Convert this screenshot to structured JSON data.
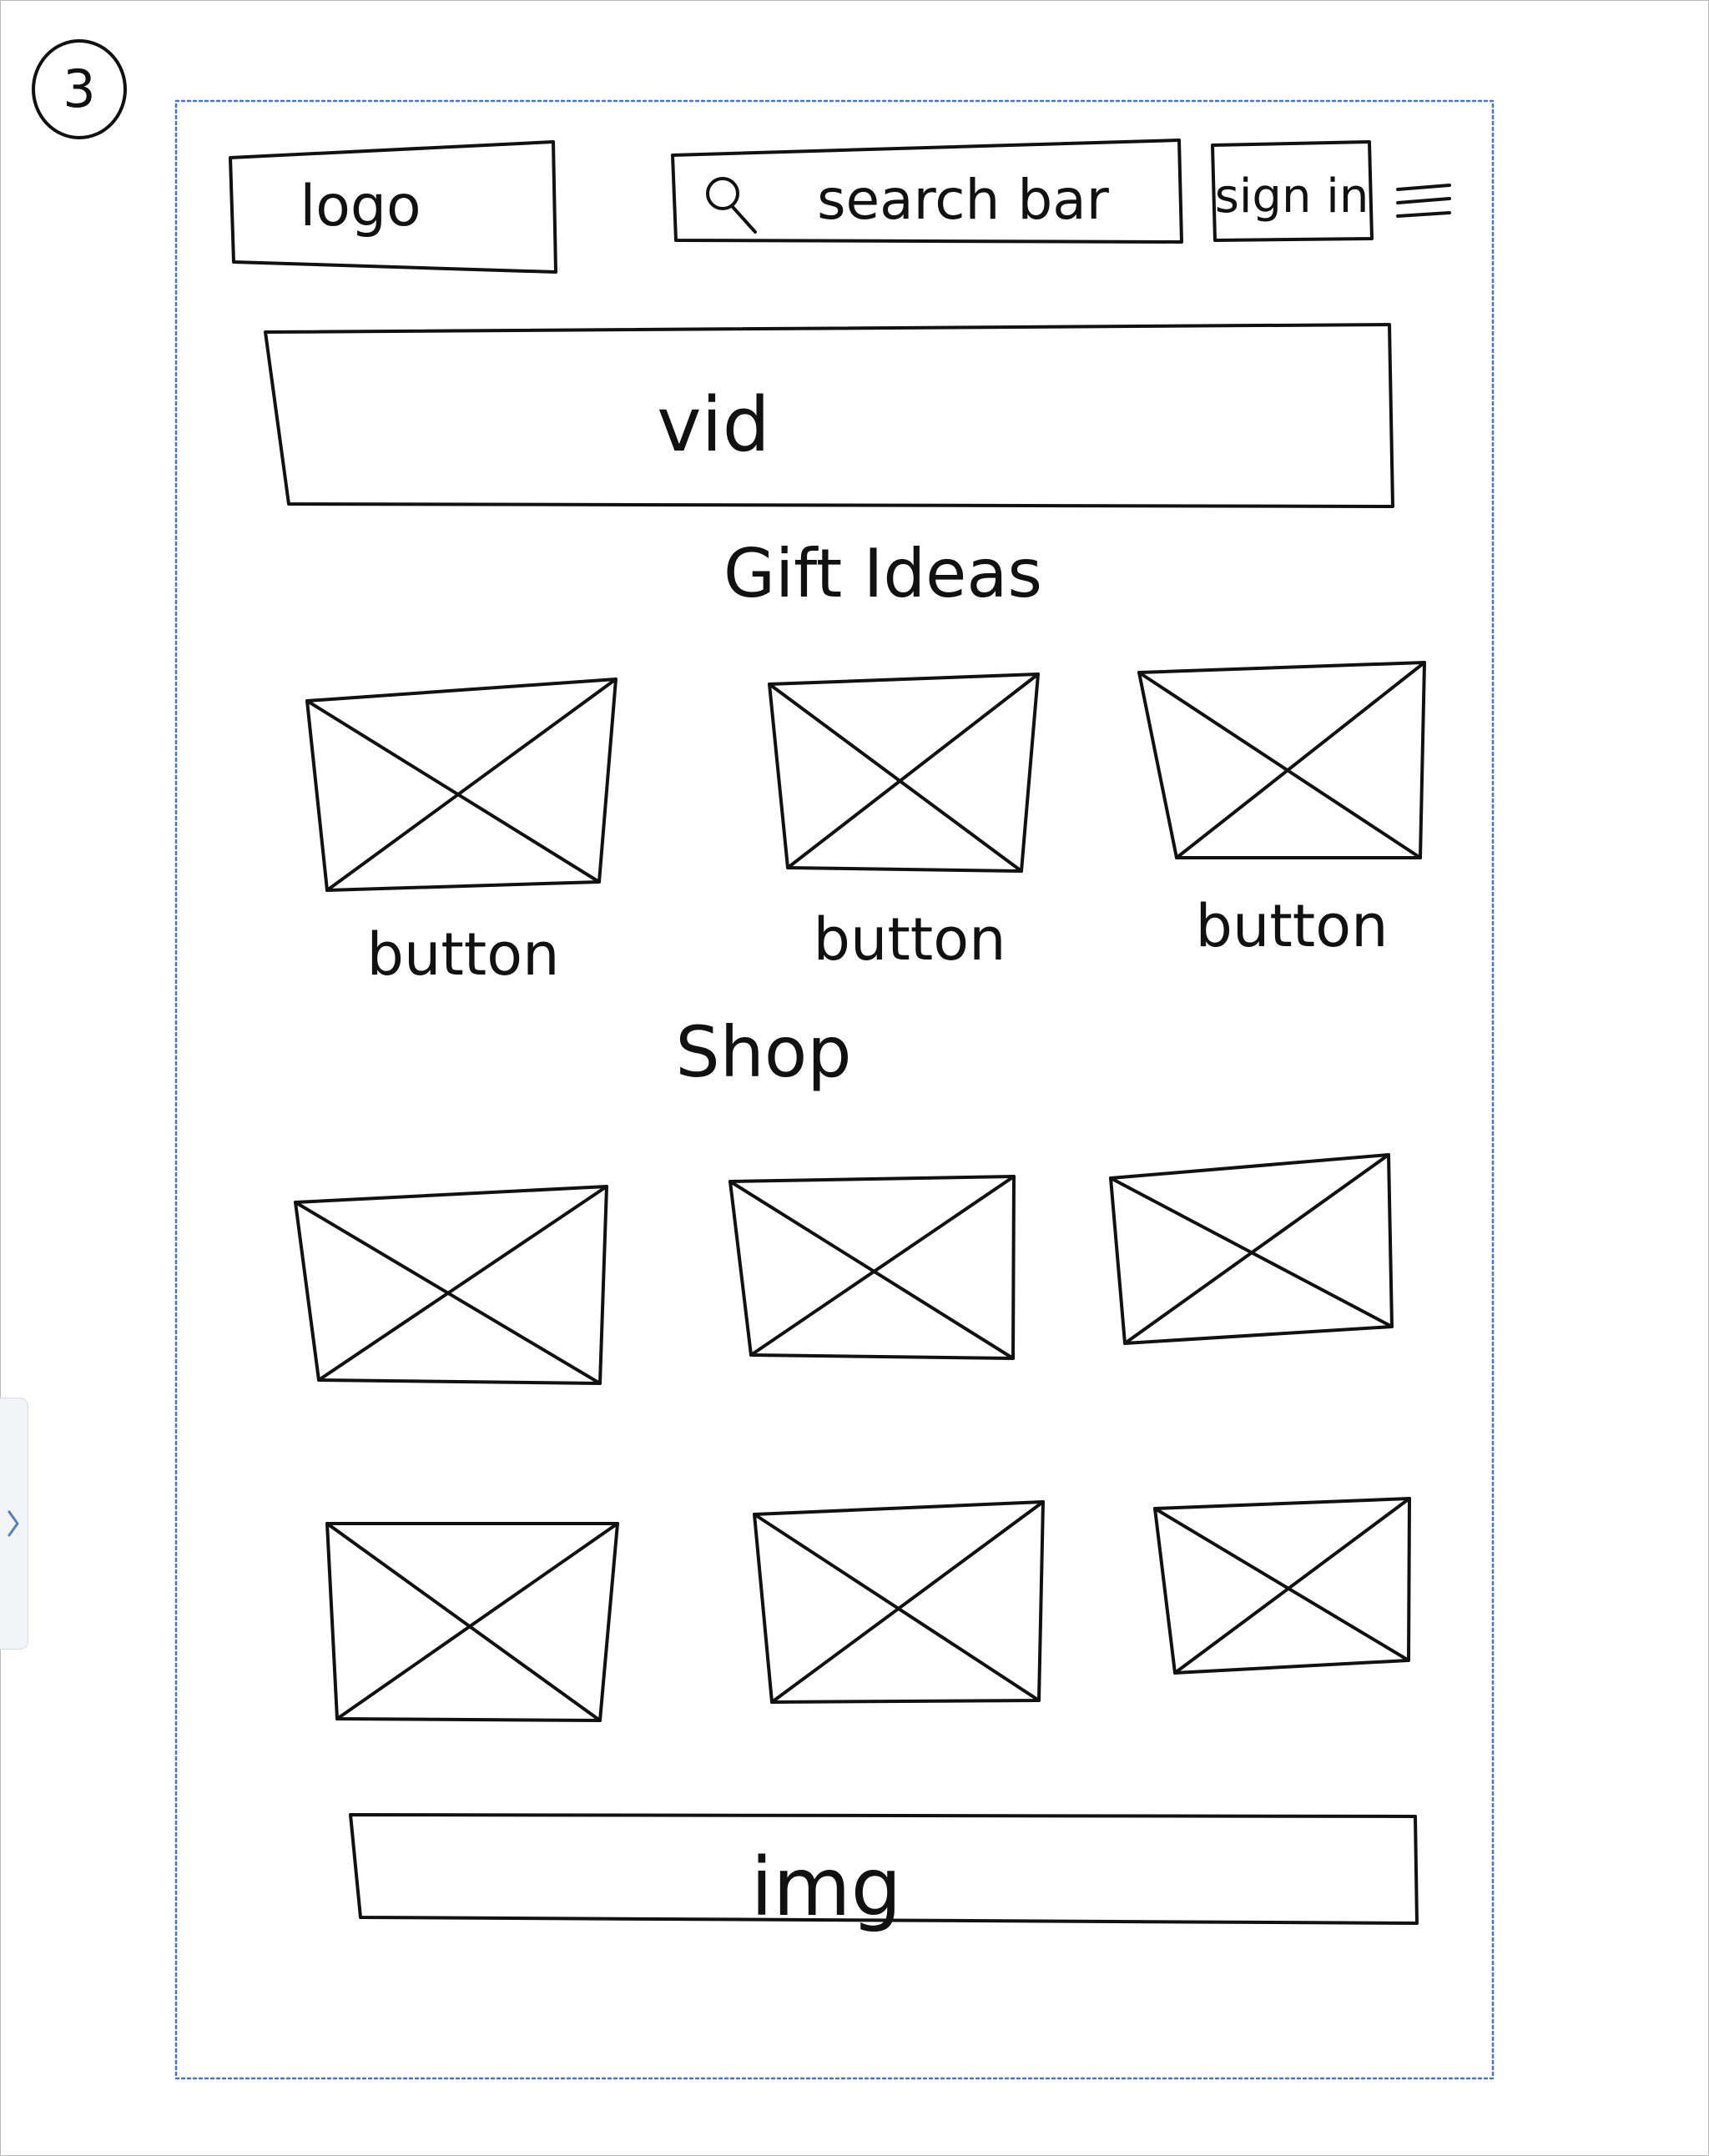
{
  "page_number": "3",
  "header": {
    "logo": "logo",
    "search": "search bar",
    "sign_in": "sign in"
  },
  "hero": {
    "label": "vid"
  },
  "gift_section": {
    "title": "Gift Ideas",
    "items": [
      {
        "label": "button"
      },
      {
        "label": "button"
      },
      {
        "label": "button"
      }
    ]
  },
  "shop_section": {
    "title": "Shop"
  },
  "footer_banner": {
    "label": "img"
  },
  "icons": {
    "search": "magnifier-icon",
    "menu": "hamburger-menu-icon",
    "panel_toggle": "chevron-right-icon"
  }
}
